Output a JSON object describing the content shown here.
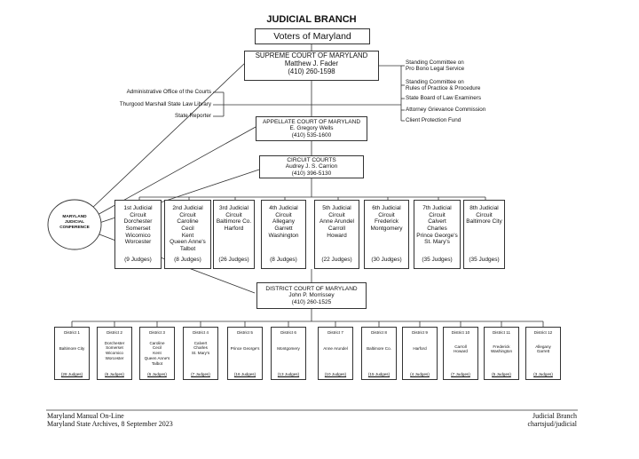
{
  "title": "JUDICIAL BRANCH",
  "voters": "Voters of Maryland",
  "supreme": {
    "name": "SUPREME COURT OF MARYLAND",
    "person": "Matthew J. Fader",
    "phone": "(410) 260-1598"
  },
  "left_offices": [
    "Administrative Office of the Courts",
    "Thurgood Marshall State Law Library",
    "State Reporter"
  ],
  "right_committees": [
    [
      "Standing Committee on",
      "Pro Bono Legal Service"
    ],
    [
      "Standing Committee on",
      "Rules of Practice & Procedure"
    ],
    [
      "State Board of Law Examiners"
    ],
    [
      "Attorney Grievance Commission"
    ],
    [
      "Client Protection Fund"
    ]
  ],
  "appellate": {
    "name": "APPELLATE COURT OF MARYLAND",
    "person": "E. Gregory Wells",
    "phone": "(410) 535-1600"
  },
  "circuit": {
    "name": "CIRCUIT COURTS",
    "person": "Audrey J. S. Carrion",
    "phone": "(410) 396-5130"
  },
  "conference": [
    "MARYLAND",
    "JUDICIAL",
    "CONFERENCE"
  ],
  "circuits": [
    {
      "lines": [
        "1st Judicial",
        "Circuit",
        "Dorchester",
        "Somerset",
        "Wicomico",
        "Worcester"
      ],
      "judges": "(9 Judges)"
    },
    {
      "lines": [
        "2nd Judicial",
        "Circuit",
        "Caroline",
        "Cecil",
        "Kent",
        "Queen Anne's",
        "Talbot"
      ],
      "judges": "(8 Judges)"
    },
    {
      "lines": [
        "3rd Judicial",
        "Circuit",
        "Baltimore Co.",
        "Harford"
      ],
      "judges": "(26 Judges)"
    },
    {
      "lines": [
        "4th Judicial",
        "Circuit",
        "Allegany",
        "Garrett",
        "Washington"
      ],
      "judges": "(8 Judges)"
    },
    {
      "lines": [
        "5th Judicial",
        "Circuit",
        "Anne Arundel",
        "Carroll",
        "Howard"
      ],
      "judges": "(22 Judges)"
    },
    {
      "lines": [
        "6th Judicial",
        "Circuit",
        "Frederick",
        "Montgomery"
      ],
      "judges": "(30 Judges)"
    },
    {
      "lines": [
        "7th Judicial",
        "Circuit",
        "Calvert",
        "Charles",
        "Prince George's",
        "St. Mary's"
      ],
      "judges": "(35 Judges)"
    },
    {
      "lines": [
        "8th Judicial",
        "Circuit",
        "Baltimore City"
      ],
      "judges": "(35 Judges)"
    }
  ],
  "district": {
    "name": "DISTRICT COURT OF MARYLAND",
    "person": "John P. Morrissey",
    "phone": "(410) 260-1525"
  },
  "districts": [
    {
      "name": "District 1",
      "areas": [
        "Baltimore City"
      ],
      "judges": "(28 Judges)"
    },
    {
      "name": "District 2",
      "areas": [
        "Dorchester",
        "Somerset",
        "Wicomico",
        "Worcester"
      ],
      "judges": "(6 Judges)"
    },
    {
      "name": "District 3",
      "areas": [
        "Caroline",
        "Cecil",
        "Kent",
        "Queen Anne's",
        "Talbot"
      ],
      "judges": "(6 Judges)"
    },
    {
      "name": "District 4",
      "areas": [
        "Calvert",
        "Charles",
        "St. Mary's"
      ],
      "judges": "(7 Judges)"
    },
    {
      "name": "District 5",
      "areas": [
        "Prince George's"
      ],
      "judges": "(16 Judges)"
    },
    {
      "name": "District 6",
      "areas": [
        "Montgomery"
      ],
      "judges": "(13 Judges)"
    },
    {
      "name": "District 7",
      "areas": [
        "Anne Arundel"
      ],
      "judges": "(10 Judges)"
    },
    {
      "name": "District 8",
      "areas": [
        "Baltimore Co."
      ],
      "judges": "(15 Judges)"
    },
    {
      "name": "District 9",
      "areas": [
        "Harford"
      ],
      "judges": "(4 Judges)"
    },
    {
      "name": "District 10",
      "areas": [
        "Carroll",
        "Howard"
      ],
      "judges": "(7 Judges)"
    },
    {
      "name": "District 11",
      "areas": [
        "Frederick",
        "Washington"
      ],
      "judges": "(5 Judges)"
    },
    {
      "name": "District 12",
      "areas": [
        "Allegany",
        "Garrett"
      ],
      "judges": "(3 Judges)"
    }
  ],
  "footer": {
    "left1": "Maryland Manual On-Line",
    "left2": "Maryland State Archives, 8 September 2023",
    "right1": "Judicial Branch",
    "right2": "chartsjud/judicial"
  }
}
